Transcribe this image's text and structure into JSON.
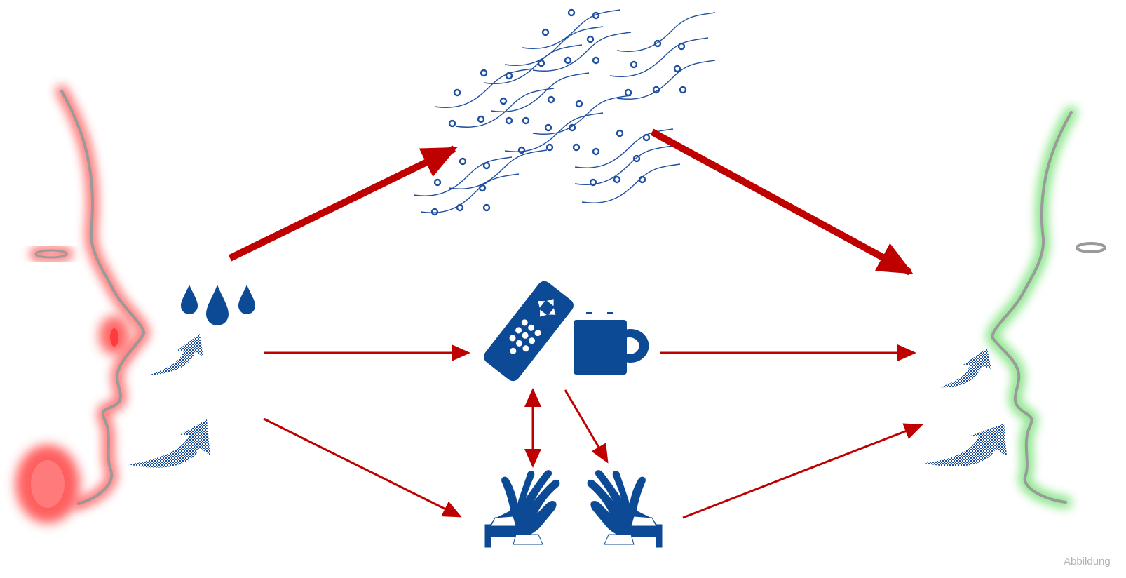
{
  "caption": "Abbildung",
  "colors": {
    "arrow": "#bf0000",
    "icon": "#0d4a96",
    "speaker_glow": "#ff6b6b",
    "listener_glow": "#7de27d",
    "profile": "#9a9a9a",
    "aerosol_line": "#1f4f9f",
    "airflow_pattern": "#1c4fa0"
  },
  "nodes": [
    {
      "id": "infected-person",
      "icon": "face-profile-red-glow-icon"
    },
    {
      "id": "exhaled-air",
      "icon": "airflow-arrow-icon"
    },
    {
      "id": "droplets",
      "icon": "droplets-icon"
    },
    {
      "id": "aerosols",
      "icon": "aerosol-cloud-icon"
    },
    {
      "id": "contaminated-objects",
      "icon": "remote-control-and-mug-icon"
    },
    {
      "id": "hands",
      "icon": "hands-icon"
    },
    {
      "id": "healthy-person",
      "icon": "face-profile-green-glow-icon"
    }
  ]
}
